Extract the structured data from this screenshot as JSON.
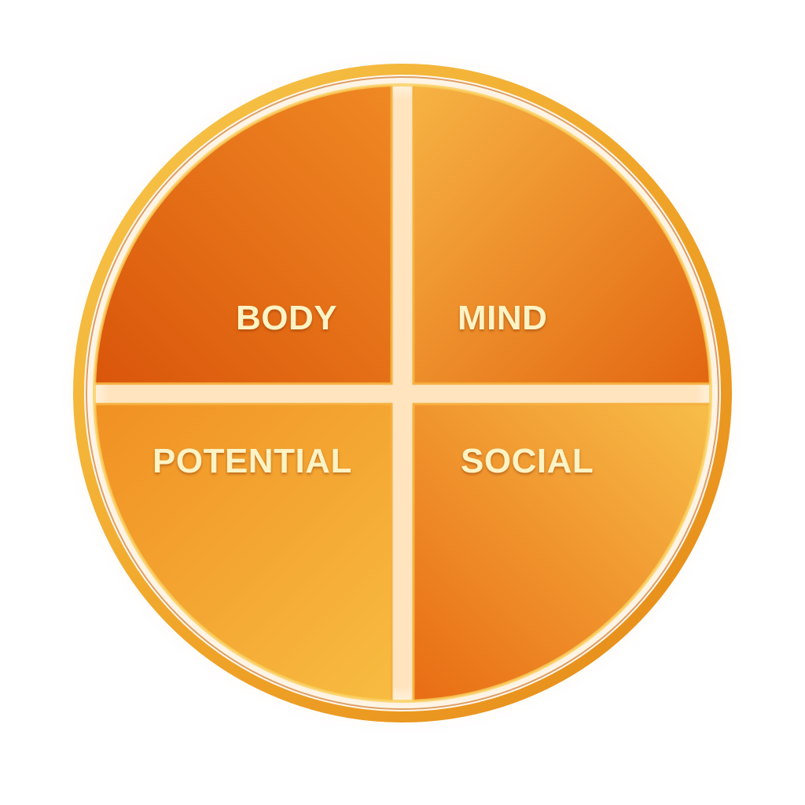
{
  "diagram": {
    "type": "quadrant-circle",
    "quadrants": [
      {
        "position": "top-left",
        "label": "BODY",
        "color": "#e2640f"
      },
      {
        "position": "top-right",
        "label": "MIND",
        "color": "#ec7d1c"
      },
      {
        "position": "bottom-left",
        "label": "POTENTIAL",
        "color": "#f4a533"
      },
      {
        "position": "bottom-right",
        "label": "SOCIAL",
        "color": "#f29426"
      }
    ],
    "ring_color": "#f2b43a",
    "text_color": "#fdf3c4"
  }
}
